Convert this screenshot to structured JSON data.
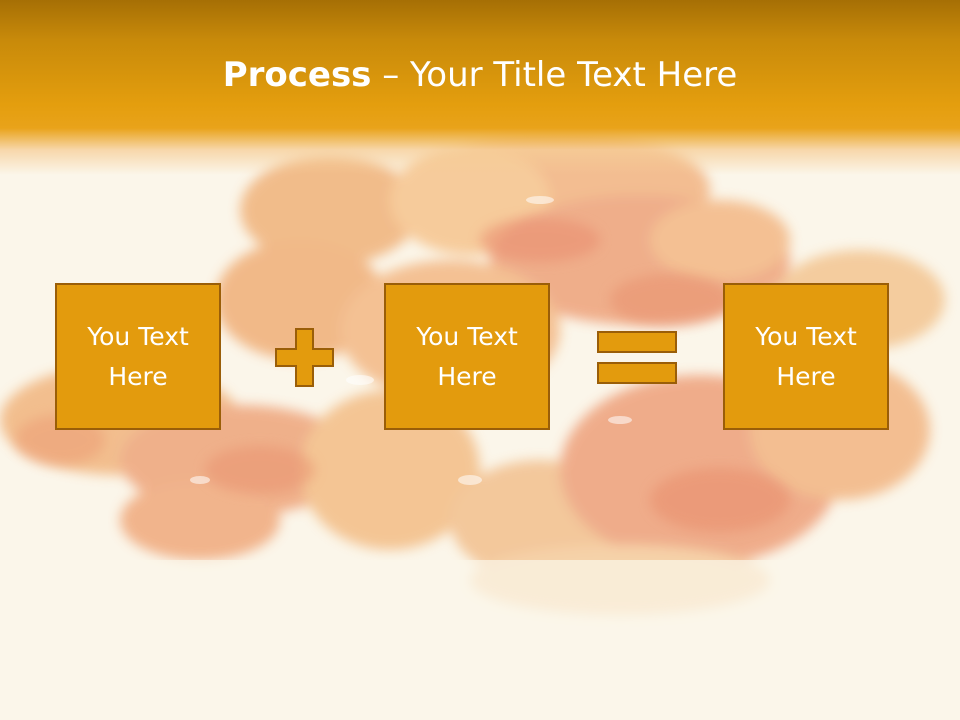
{
  "slide": {
    "title_bold": "Process",
    "title_rest": " – Your Title Text Here"
  },
  "process": {
    "step1": "You Text Here",
    "operator1": "plus",
    "step2": "You Text Here",
    "operator2": "equals",
    "step3": "You Text Here"
  },
  "colors": {
    "header_top": "#a66f05",
    "header_bottom": "#e9a31a",
    "box_fill": "#e39b0d",
    "box_border": "#9a5e08",
    "background": "#fbf6ea"
  }
}
